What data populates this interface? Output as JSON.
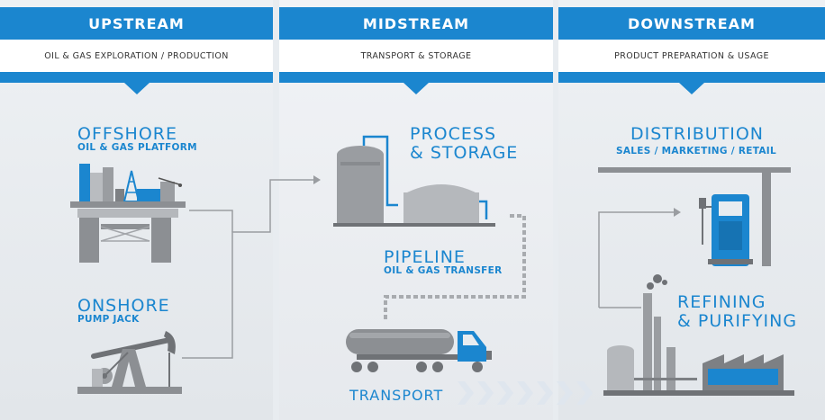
{
  "columns": {
    "upstream": {
      "title": "UPSTREAM",
      "subtitle": "OIL & GAS EXPLORATION / PRODUCTION"
    },
    "midstream": {
      "title": "MIDSTREAM",
      "subtitle": "TRANSPORT & STORAGE"
    },
    "downstream": {
      "title": "DOWNSTREAM",
      "subtitle": "PRODUCT PREPARATION & USAGE"
    }
  },
  "stages": {
    "offshore": {
      "title": "OFFSHORE",
      "subtitle": "OIL & GAS PLATFORM"
    },
    "onshore": {
      "title": "ONSHORE",
      "subtitle": "PUMP JACK"
    },
    "process": {
      "line1": "PROCESS",
      "line2": "& STORAGE"
    },
    "pipeline": {
      "title": "PIPELINE",
      "subtitle": "OIL & GAS TRANSFER"
    },
    "transport": {
      "title": "TRANSPORT"
    },
    "distribution": {
      "title": "DISTRIBUTION",
      "subtitle": "SALES / MARKETING / RETAIL"
    },
    "refining": {
      "line1": "REFINING",
      "line2": "& PURIFYING"
    }
  },
  "colors": {
    "accent": "#1b86cf",
    "gray": "#9a9da1",
    "dark_gray": "#7d8084",
    "light_gray": "#c4c7cb"
  }
}
